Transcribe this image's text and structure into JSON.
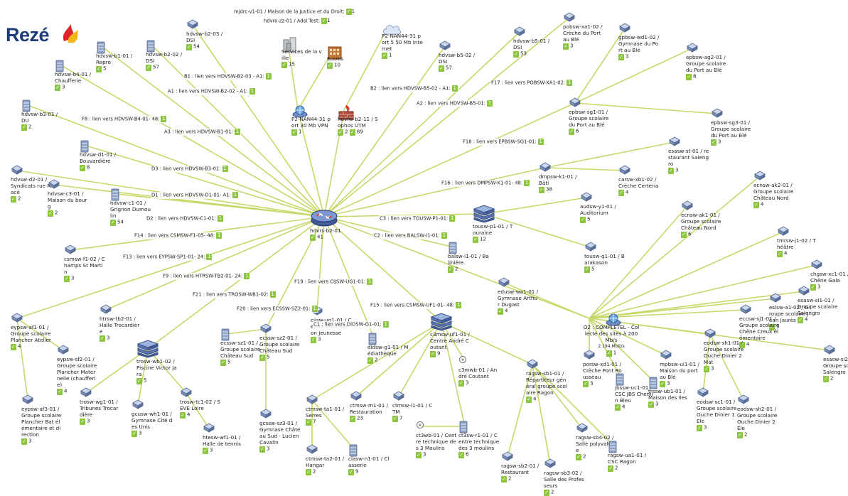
{
  "brand": {
    "name": "Rezé"
  },
  "colors": {
    "link": "#c5d96a",
    "badge": "#8cc63e",
    "brand_blue": "#1d3c78",
    "flame_red": "#d9262b",
    "flame_yellow": "#f2b51b"
  },
  "top_notes": [
    {
      "text": "mjdrc-v1-01 / Maison de la Justice et du Droit:",
      "count": "1"
    },
    {
      "text": "hdvro-zz-01 / Adsl Test:",
      "count": "1"
    }
  ],
  "nodes": [
    {
      "id": "hdvsw-b2-03",
      "label": "hdvsw-b2-03 / DSI",
      "icon": "switch-icon",
      "count": "54"
    },
    {
      "id": "hdvsw-b2-02",
      "label": "hdvsw-b2-02 / DSI",
      "icon": "server-icon",
      "count": "57"
    },
    {
      "id": "hdvsw-b1-01",
      "label": "hdvsw-b1-01 / Repro",
      "icon": "server-icon",
      "count": "5"
    },
    {
      "id": "hdvsw-b4-01",
      "label": "hdvsw-b4-01 / Chaufferie",
      "icon": "server-icon",
      "count": "3"
    },
    {
      "id": "hdvsw-b3-01",
      "label": "hdvsw-b3-01 / DU",
      "icon": "server-icon",
      "count": "2"
    },
    {
      "id": "hdvsw-d1-01",
      "label": "hdvsw-d1-01 / Bouvardière",
      "icon": "server-icon",
      "count": "8"
    },
    {
      "id": "hdvsw-d2-01",
      "label": "hdvsw-d2-01 / Syndicats rue Macé",
      "icon": "switch-icon",
      "count": "2"
    },
    {
      "id": "hdvsw-c3-01",
      "label": "hdvsw-c3-01 / Maison du bourg",
      "icon": "switch-icon",
      "count": "2"
    },
    {
      "id": "hdvsw-c1-01",
      "label": "hdvsw-c1-01 / Grignon Dumoulin",
      "icon": "server-icon",
      "count": "54"
    },
    {
      "id": "csmsw-f1-02",
      "label": "csmsw-f1-02 / Champs St Martin",
      "icon": "switch-icon",
      "count": "3"
    },
    {
      "id": "services",
      "label": "Services de la ville",
      "icon": "building-group-icon",
      "count": "15"
    },
    {
      "id": "ecoles",
      "label": "Ecoles",
      "icon": "school-icon",
      "count": "10"
    },
    {
      "id": "p2-nan4",
      "label": "P2-NAN44-31 port 5 50 Mb Internet",
      "icon": "cloud-icon",
      "count": "1"
    },
    {
      "id": "p2-nan44",
      "label": "P2-NAN44-31 port 30 Mb VPN",
      "icon": "router-globe-icon",
      "count": "1"
    },
    {
      "id": "hdvfw",
      "label": "hdvfw-b2-11 / Sophos UTM",
      "icon": "firewall-icon",
      "count": "89",
      "count2": "2"
    },
    {
      "id": "hdvsw-b5-02",
      "label": "hdvsw-b5-02 / DSI",
      "icon": "switch-icon",
      "count": "57"
    },
    {
      "id": "hdvsw-b5-01",
      "label": "hdvsw-b5-01 / DSI",
      "icon": "switch-icon",
      "count": "53"
    },
    {
      "id": "pobsw-xa1-02",
      "label": "pobsw-xa1-02 / Crèche du Port au Blé",
      "icon": "switch-icon",
      "count": "3"
    },
    {
      "id": "gpbsw-wd1-02",
      "label": "gpbsw-wd1-02 / Gymnase du Port au Blé",
      "icon": "switch-icon",
      "count": "3"
    },
    {
      "id": "epbsw-ag2-01",
      "label": "epbsw-ag2-01 / Groupe scolaire du Port au Blé",
      "icon": "switch-icon",
      "count": "8"
    },
    {
      "id": "epbsw-sg1-01",
      "label": "epbsw-sg1-01 / Groupe scolaire du Port au Blé",
      "icon": "switch-icon",
      "count": "6"
    },
    {
      "id": "epbsw-sg3-01",
      "label": "epbsw-sg3-01 / Groupe scolaire du Port au Blé",
      "icon": "switch-icon",
      "count": "3"
    },
    {
      "id": "esasw-st-01",
      "label": "esasw-st-01 / restaurant Salengro",
      "icon": "switch-icon",
      "count": "3"
    },
    {
      "id": "carsw-xb1-02",
      "label": "carsw-xb1-02 / Crèche Certeria",
      "icon": "switch-icon",
      "count": "4"
    },
    {
      "id": "dmpsw-k1-01",
      "label": "dmpsw-k1-01 / Bâti",
      "icon": "switch-icon",
      "count": "38"
    },
    {
      "id": "audsw-y1-01",
      "label": "audsw-y1-01 / Auditorium",
      "icon": "switch-icon",
      "count": "5"
    },
    {
      "id": "ecnsw-ak2-01",
      "label": "ecnsw-ak2-01 / Groupe scolaire Château Nord",
      "icon": "switch-icon",
      "count": "4"
    },
    {
      "id": "ecnsw-ak1-01",
      "label": "ecnsw-ak1-01 / Groupe scolaire Château Nord",
      "icon": "switch-icon",
      "count": "6"
    },
    {
      "id": "tousw-p1-01",
      "label": "tousw-p1-01 / Touraine",
      "icon": "stack-icon",
      "count": "12"
    },
    {
      "id": "tousw-q1-01",
      "label": "tousw-q1-01 / Barakason",
      "icon": "switch-icon",
      "count": "5"
    },
    {
      "id": "hdvrs-b2-01",
      "label": "hdvrs-b2-01",
      "icon": "core-router-icon",
      "count": "41"
    },
    {
      "id": "balsw-i1-01",
      "label": "balsw-i1-01 / Balinière",
      "icon": "server-icon",
      "count": "2"
    },
    {
      "id": "tmrsw-j1-02",
      "label": "tmrsw-j1-02 / Théâtre",
      "icon": "switch-icon",
      "count": "4"
    },
    {
      "id": "chgsw-xc1-01",
      "label": "chgsw-xc1-01 / Chêne Gala",
      "icon": "switch-icon",
      "count": "3"
    },
    {
      "id": "esasw-si1-01",
      "label": "esasw-si1-01 / Groupe scolaire Salengro",
      "icon": "switch-icon",
      "count": "4"
    },
    {
      "id": "eslsw-a1-02",
      "label": "eslsw-a1-02 / Groupe scolaire Jean Jaurès",
      "icon": "switch-icon",
      "count": "3"
    },
    {
      "id": "esasw-si2-01",
      "label": "esasw-si2-01 / Groupe scolaire Salengro",
      "icon": "switch-icon",
      "count": "2"
    },
    {
      "id": "eccsw-sj1-01",
      "label": "eccsw-sj1-01 / Groupe scolaire Chêne Creux élémentaire",
      "icon": "switch-icon",
      "count": "4"
    },
    {
      "id": "completel",
      "label": "O2 : COMPLETEL - Collecte des sites à 200 Mb/s",
      "icon": "router-globe-icon",
      "count": "1",
      "traffic": "2.194.Mbit/s"
    },
    {
      "id": "edusw-wa1-01",
      "label": "edusw-wa1-01 / Gymnase Arthur Dugast",
      "icon": "switch-icon",
      "count": "4"
    },
    {
      "id": "eodsw-sh1-01",
      "label": "eodsw-sh1-01 / Groupe scolaire Ouche Dinier 2 Mat",
      "icon": "switch-icon",
      "count": "3"
    },
    {
      "id": "mpbsw-ui1-01",
      "label": "mpbsw-ui1-01 / Maison du port au Blé",
      "icon": "switch-icon",
      "count": "3"
    },
    {
      "id": "porsw-xd1-01",
      "label": "porsw-xd1-01 / Crèche Pont Rousseau",
      "icon": "switch-icon",
      "count": "3"
    },
    {
      "id": "jbssw-uc1-01",
      "label": "jbssw-uc1-01 / CSC JBS Chemin Bleu",
      "icon": "server-icon",
      "count": "4"
    },
    {
      "id": "trssw-ub1-01",
      "label": "trssw-ub1-01 / Maison des Iles",
      "icon": "server-icon",
      "count": "3"
    },
    {
      "id": "eodsw-sc1-01",
      "label": "eodsw-sc1-01 / Groupe scolaire Ouche Dinier 1 Ele",
      "icon": "switch-icon",
      "count": "3"
    },
    {
      "id": "eodsw-sh2-01",
      "label": "eodsw-sh2-01 / Groupe scolaire Ouche Dinier 2 Ele",
      "icon": "switch-icon",
      "count": "2"
    },
    {
      "id": "eypsw-af1-01",
      "label": "eypsw-af1-01 / Groupe scolaire Plancher Atelier",
      "icon": "switch-icon",
      "count": "4"
    },
    {
      "id": "eypsw-sf2-01",
      "label": "eypsw-sf2-01 / Groupe scolaire Plancher Maternelle (chaufferie)",
      "icon": "switch-icon",
      "count": "4"
    },
    {
      "id": "eypsw-af3-01",
      "label": "eypsw-af3-01 / Groupe scolaire Plancher Bat élémentaire et direction",
      "icon": "switch-icon",
      "count": "3"
    },
    {
      "id": "htrsw-tb2-01",
      "label": "htrsw-tb2-01 / Halle Trocardière",
      "icon": "switch-icon",
      "count": "3"
    },
    {
      "id": "trosw-wb1-02",
      "label": "trosw-wb1-02 / Piscine Victor Jara",
      "icon": "stack-icon",
      "count": "5"
    },
    {
      "id": "trosw-wg1-01",
      "label": "trosw-wg1-01 / Tribunes Trocardière",
      "icon": "switch-icon",
      "count": "3"
    },
    {
      "id": "gcusw-wh1-01",
      "label": "gcusw-wh1-01 / Gymnase Cité des Unis",
      "icon": "switch-icon",
      "count": "3"
    },
    {
      "id": "trosw-tc1-02",
      "label": "trosw-tc1-02 / SEVE Loire",
      "icon": "switch-icon",
      "count": "4"
    },
    {
      "id": "htesw-wf1-01",
      "label": "htesw-wf1-01 / Halle de tennis",
      "icon": "switch-icon",
      "count": "3"
    },
    {
      "id": "ecssw-sz1-01",
      "label": "ecssw-sz1-01 / Groupe scolaire Château Sud",
      "icon": "server-icon",
      "count": "5"
    },
    {
      "id": "ecssw-sz2-01",
      "label": "ecssw-sz2-01 / Groupe scolaire Château Sud",
      "icon": "switch-icon",
      "count": "5"
    },
    {
      "id": "gcssw-sz3-01",
      "label": "gcssw-sz3-01 / Gymnase Château Sud - Lucien Cavalin",
      "icon": "switch-icon",
      "count": "3"
    },
    {
      "id": "cijsw-ug1-01",
      "label": "cijsw-ug1-01 / Centre Information Jeunesse",
      "icon": "switch-icon",
      "count": "3"
    },
    {
      "id": "didsw-g1-01",
      "label": "didsw-g1-01 / Médiathèque",
      "icon": "server-icon",
      "count": "2"
    },
    {
      "id": "c3msw-uf1-01",
      "label": "c3msw-uf1-01 / Centre André Coutant",
      "icon": "stack-icon",
      "count": "9"
    },
    {
      "id": "ctmsw-ta1-01",
      "label": "ctmsw-ta1-01 / Serres",
      "icon": "switch-icon",
      "count": "7"
    },
    {
      "id": "ctmsw-m1-01",
      "label": "ctmsw-m1-01 / Restauration",
      "icon": "switch-icon",
      "count": "23"
    },
    {
      "id": "ctmsw-l1-01",
      "label": "ctmsw-l1-01 / CTM",
      "icon": "switch-icon",
      "count": "7"
    },
    {
      "id": "ctmsw-ta2-01",
      "label": "ctmsw-ta2-01 / Hangar",
      "icon": "switch-icon",
      "count": "2"
    },
    {
      "id": "clasw-n1-01",
      "label": "clasw-n1-01 / Classerie",
      "icon": "server-icon",
      "count": "9"
    },
    {
      "id": "c3mwb-01",
      "label": "c3mwb-01 / André Coutant",
      "icon": "ap-icon",
      "count": "3"
    },
    {
      "id": "ct3wb-01",
      "label": "ct3wb-01 / Centre technique des 3 Moulins",
      "icon": "ap-icon",
      "count": "3"
    },
    {
      "id": "ct3sw-r1-01",
      "label": "ct3sw-r1-01 / Centre technique des 3 moulins",
      "icon": "server-icon",
      "count": "6"
    },
    {
      "id": "ragsw-sb1-01",
      "label": "ragsw-sb1-01 / Répartiteur général groupe scolaire Ragon",
      "icon": "switch-icon",
      "count": "4"
    },
    {
      "id": "ragsw-sb2-01",
      "label": "ragsw-sb2-01 / Restaurant",
      "icon": "switch-icon",
      "count": "2"
    },
    {
      "id": "ragsw-sb3-02",
      "label": "ragsw-sb3-02 / Salle des Professeurs",
      "icon": "switch-icon",
      "count": "2"
    },
    {
      "id": "ragsw-sb4-02",
      "label": "ragsw-sb4-02 / Salle polyvalente",
      "icon": "switch-icon",
      "count": "2"
    },
    {
      "id": "ragsw-ua1-01",
      "label": "ragsw-ua1-01 / CSC Ragon",
      "icon": "server-icon",
      "count": "2"
    }
  ],
  "links": [
    {
      "label": "B1 : lien vers HDVSW-B2-03 - A1:",
      "count": "1"
    },
    {
      "label": "A1 : lien vers HDVSW-B2-02 - A1:",
      "count": "1"
    },
    {
      "label": "F8 : lien vers HDVSW-B4-01- 48:",
      "count": "1"
    },
    {
      "label": "A3 : lien vers HDVSW-B1-01:",
      "count": "1"
    },
    {
      "label": "D3 : lien vers HDVSW-B3-01:",
      "count": "1"
    },
    {
      "label": "D1 : lien vers HDVSW-D1-01- A1:",
      "count": "1"
    },
    {
      "label": "D2 : lien vers HDVSW-C1-01:",
      "count": "1"
    },
    {
      "label": "F14 : lien vers CSMSW-F1-05- 48:",
      "count": "1"
    },
    {
      "label": "F13 : lien vers EYPSW-SP1-01- 24:",
      "count": "1"
    },
    {
      "label": "F9 : lien vers HTRSW-TB2-01- 24:",
      "count": "1"
    },
    {
      "label": "F21 : lien vers TROSW-WB1-02:",
      "count": "1"
    },
    {
      "label": "F20 : lien vers ECSSW-SZ2-01:",
      "count": "1"
    },
    {
      "label": "F19 : lien vers CIJSW-UG1-01:",
      "count": "1"
    },
    {
      "label": "C1 : lien vers DIDSW-G1-01:",
      "count": "1"
    },
    {
      "label": "F15 : lien vers CSMSW-UF1-01- 48:",
      "count": "1"
    },
    {
      "label": "C2 : lien vers BALSW-I1-01:",
      "count": "1"
    },
    {
      "label": "C3 : lien vers TOUSW-P1-01:",
      "count": "1"
    },
    {
      "label": "F16 : lien vers DMPSW-K1-01- 48:",
      "count": "1"
    },
    {
      "label": "F18 : lien vers EPBSW-SG1-01:",
      "count": "1"
    },
    {
      "label": "F17 : lien vers POBSW-XA1-02:",
      "count": "1"
    },
    {
      "label": "A2 : lien vers HDVSW-B5-01:",
      "count": "1"
    },
    {
      "label": "B2 : lien vers HDVSW-B5-02 - A1:",
      "count": "1"
    }
  ]
}
